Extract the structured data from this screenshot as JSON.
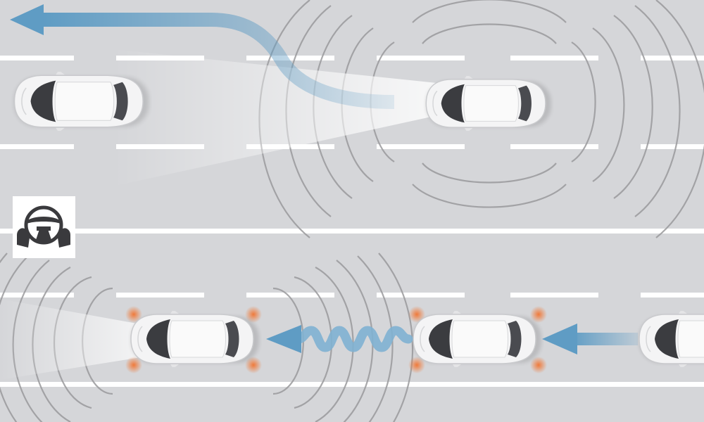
{
  "colors": {
    "road": "#d5d6d9",
    "lane_marking": "#ffffff",
    "arrow": "#5f9cc4",
    "sensor_wave": "#9a9a9c",
    "indicator": "#f07a3a",
    "car_body": "#f4f4f5",
    "car_glass": "#3b3c40",
    "badge_background": "#ffffff",
    "badge_icon": "#3a3a3d"
  },
  "icons": {
    "badge": "steering-wheel-hands-icon",
    "arrows": [
      "lane-change-arrow-icon",
      "following-arrow-icon",
      "wavy-connection-arrow-icon"
    ]
  },
  "scene": {
    "lane_count": 4,
    "vehicles": [
      {
        "role": "car-ahead-upper-lane",
        "sensors": false,
        "headlights": false
      },
      {
        "role": "car-changing-lane",
        "sensors": true,
        "headlights": true
      },
      {
        "role": "lead-car-lower-lane",
        "sensors": true,
        "headlights": true,
        "indicators": true
      },
      {
        "role": "following-car",
        "sensors": false,
        "headlights": false,
        "indicators": true
      },
      {
        "role": "rear-car-partial",
        "sensors": false,
        "headlights": false
      }
    ]
  }
}
